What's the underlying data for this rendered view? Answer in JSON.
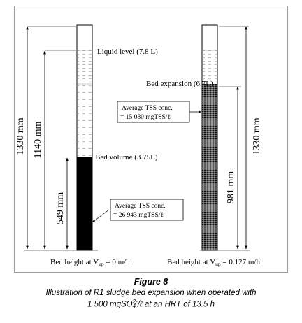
{
  "left_column": {
    "dim_outer": "1330 mm",
    "dim_middle": "1140 mm",
    "dim_inner": "549 mm",
    "liquid_label": "Liquid level (7.8 L)",
    "bed_volume_label": "Bed volume (3.75L)",
    "tss_line1": "Average TSS conc.",
    "tss_line2": "= 26 943  mgTSS/ℓ",
    "bottom_label_prefix": "Bed height at V",
    "bottom_label_sub": "up",
    "bottom_label_suffix": " = 0 m/h"
  },
  "right_column": {
    "dim_outer": "1330 mm",
    "dim_inner": "981 mm",
    "bed_expansion_label": "Bed expansion (6.7L)",
    "tss_line1": "Average TSS conc.",
    "tss_line2": "= 15 080  mgTSS/ℓ",
    "bottom_label_prefix": "Bed height at V",
    "bottom_label_sub": "up",
    "bottom_label_suffix": " = 0.127 m/h"
  },
  "caption": {
    "title": "Figure 8",
    "line1": "Illustration of R1 sludge bed expansion when operated with",
    "line2_prefix": "1 500 mgSO",
    "line2_sub": "4",
    "line2_sup": "2-",
    "line2_suffix": "/ℓ at an HRT of 13.5 h"
  },
  "colors": {
    "sludge_dense": "#000000",
    "sludge_expanded": "#3a3a3a",
    "line": "#000000",
    "frame": "#9a9a9a"
  }
}
